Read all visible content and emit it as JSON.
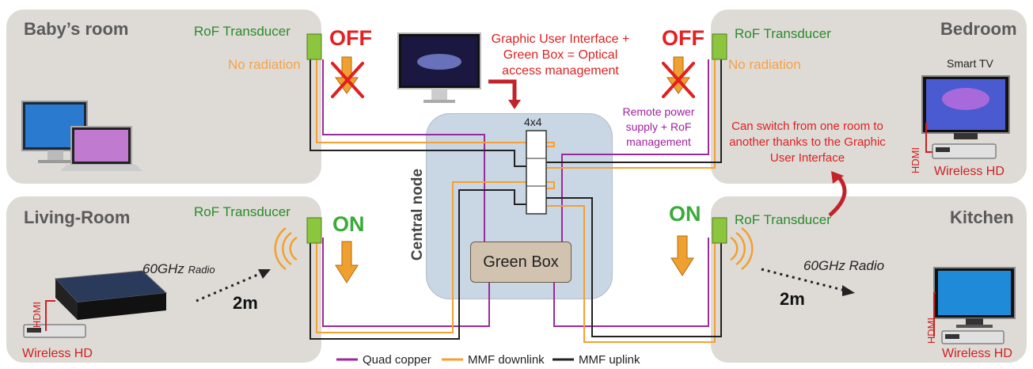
{
  "rooms": {
    "babys_room": "Baby’s room",
    "bedroom": "Bedroom",
    "living_room": "Living-Room",
    "kitchen": "Kitchen"
  },
  "transducer_label": "RoF Transducer",
  "no_radiation": "No radiation",
  "state_off": "OFF",
  "state_on": "ON",
  "gui_text": "Graphic User Interface + Green Box = Optical access management",
  "remote_power_text": "Remote power supply + RoF management",
  "switch_text": "Can switch from one room to another thanks to the Graphic User Interface",
  "central_node": "Central node",
  "switch_label": "4x4",
  "green_box": "Green Box",
  "smart_tv": "Smart TV",
  "hdmi": "HDMI",
  "wireless_hd": "Wireless HD",
  "radio_living": {
    "main": "60GHz",
    "suffix": "Radio"
  },
  "radio_kitchen": "60GHz Radio",
  "distance": "2m",
  "legend": {
    "quad_copper": "Quad copper",
    "mmf_downlink": "MMF downlink",
    "mmf_uplink": "MMF uplink"
  },
  "colors": {
    "quad_copper": "#9a2a9a",
    "mmf_downlink": "#f5a030",
    "mmf_uplink": "#222222",
    "transducer": "#8cc63f",
    "central_node_bg": "#c9d6e3",
    "green_box_bg": "#d2c3b0"
  },
  "icons": [
    "monitor-icon",
    "laptop-icon",
    "desktop-mac-icon",
    "smart-tv-icon",
    "bluray-player-icon",
    "wireless-hd-box-icon",
    "radio-waves-icon",
    "down-arrow-icon",
    "red-cross-icon"
  ]
}
